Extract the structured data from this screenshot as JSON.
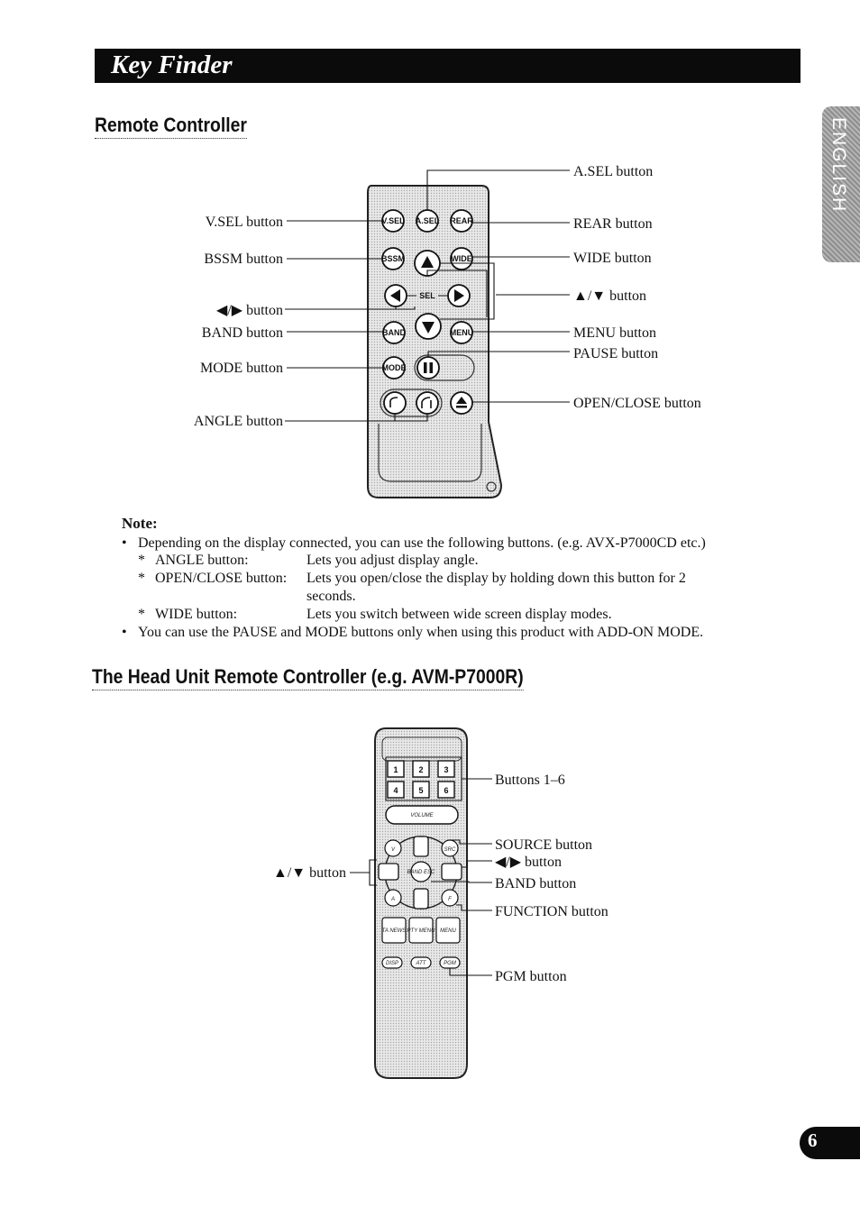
{
  "header": {
    "title": "Key Finder"
  },
  "language_tab": "ENGLISH",
  "sections": {
    "remote": {
      "title": "Remote Controller"
    },
    "head_unit": {
      "title": "The Head Unit Remote Controller (e.g. AVM-P7000R)"
    }
  },
  "remote_labels": {
    "asel": "A.SEL button",
    "vsel": "V.SEL button",
    "rear": "REAR button",
    "bssm": "BSSM button",
    "wide": "WIDE button",
    "updown": "▲/▼ button",
    "leftright": "◀/▶ button",
    "band": "BAND button",
    "menu": "MENU button",
    "pause": "PAUSE button",
    "mode": "MODE button",
    "openclose": "OPEN/CLOSE button",
    "angle": "ANGLE button"
  },
  "remote_buttons": {
    "vsel": "V.SEL",
    "asel": "A.SEL",
    "rear": "REAR",
    "bssm": "BSSM",
    "wide": "WIDE",
    "sel": "SEL",
    "band": "BAND",
    "menu": "MENU",
    "mode": "MODE"
  },
  "note": {
    "title": "Note:",
    "bullet1": "Depending on the display connected, you can use the following buttons. (e.g. AVX-P7000CD etc.)",
    "items": [
      {
        "name": "ANGLE button:",
        "desc": "Lets you adjust display angle."
      },
      {
        "name": "OPEN/CLOSE button:",
        "desc": "Lets you open/close the display by holding down this button for 2",
        "desc2": "seconds."
      },
      {
        "name": "WIDE button:",
        "desc": "Lets you switch between wide screen display modes."
      }
    ],
    "bullet2": "You can use the PAUSE and MODE buttons only when using this product with ADD-ON MODE."
  },
  "head_labels": {
    "buttons16": "Buttons 1–6",
    "source": "SOURCE button",
    "leftright": "◀/▶ button",
    "updown": "▲/▼ button",
    "band": "BAND button",
    "function": "FUNCTION button",
    "pgm": "PGM button"
  },
  "head_buttons": {
    "digits": [
      "1",
      "2",
      "3",
      "4",
      "5",
      "6"
    ],
    "volume": "VOLUME",
    "v": "V",
    "src": "SRC",
    "band_esc": "BAND ESC",
    "a": "A",
    "f": "F",
    "ta": "TA NEWS",
    "pty": "PTY MENU",
    "menu": "MENU",
    "disp": "DISP",
    "att": "ATT",
    "pgm": "PGM"
  },
  "page_number": "6"
}
